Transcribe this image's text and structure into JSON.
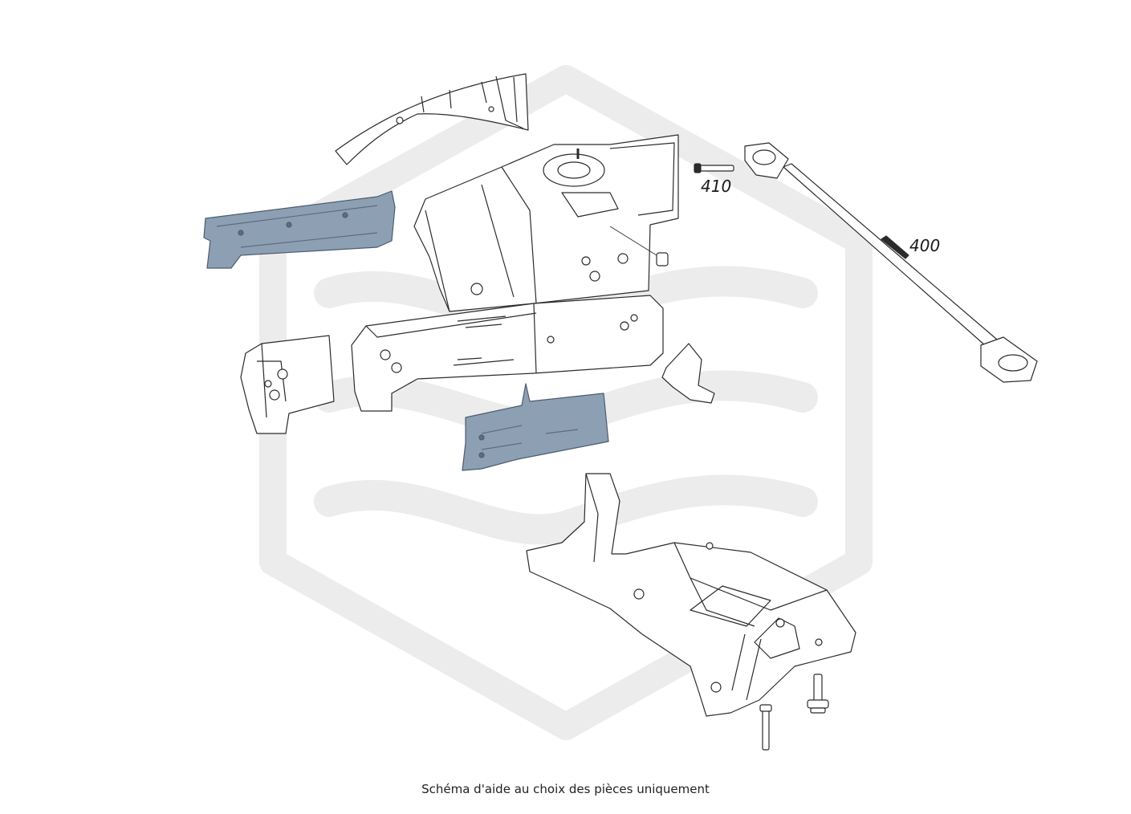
{
  "diagram": {
    "callouts": [
      {
        "id": "410",
        "label": "410"
      },
      {
        "id": "400",
        "label": "400"
      }
    ],
    "caption": "Schéma d'aide au choix des pièces uniquement",
    "colors": {
      "highlight_part": "#8d9fb3",
      "line_art": "#2b2b2b",
      "watermark": "#ebebeb"
    }
  }
}
